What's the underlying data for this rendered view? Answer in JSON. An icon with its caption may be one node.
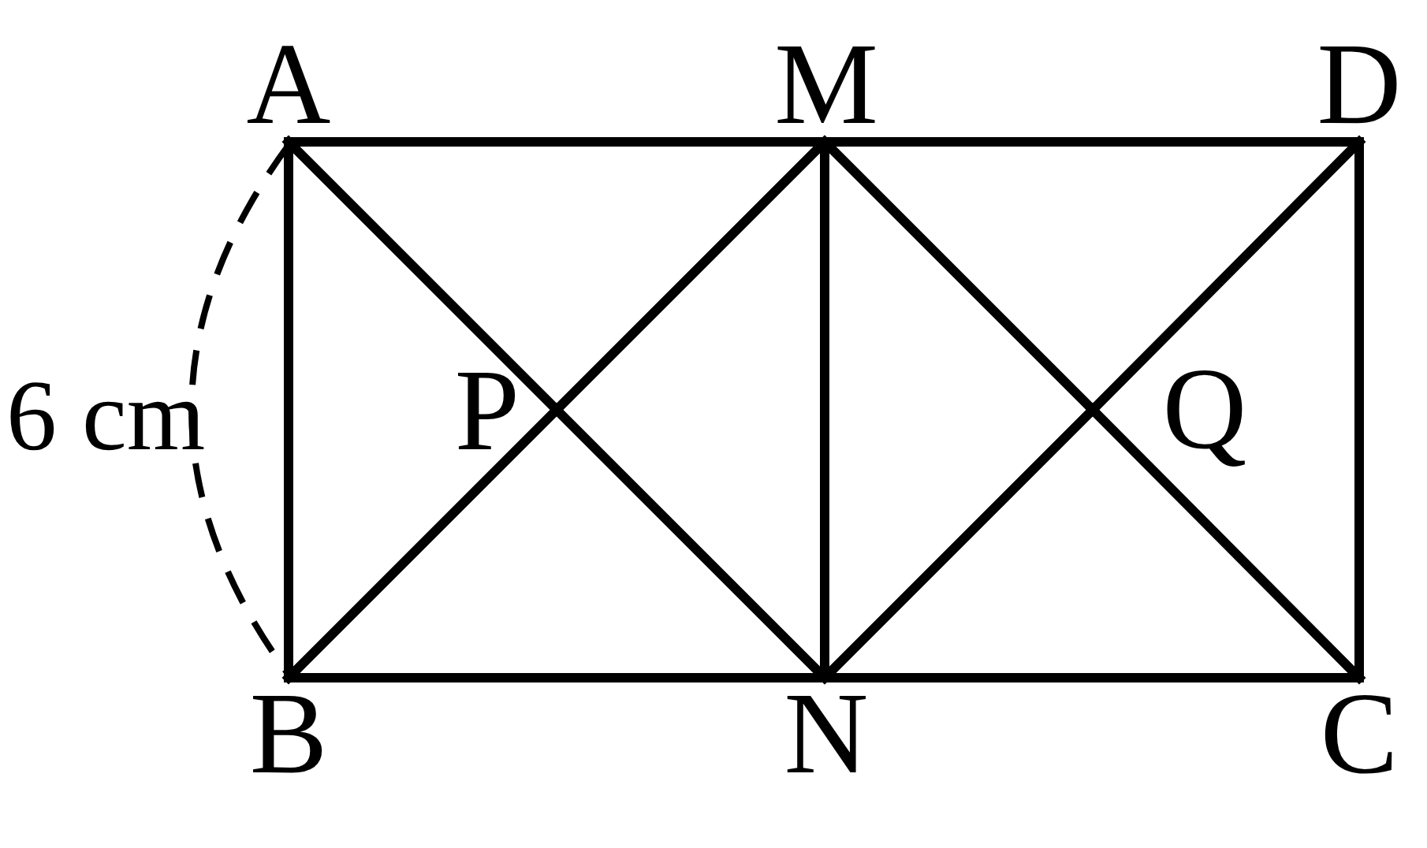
{
  "diagram": {
    "nodes": [
      {
        "text": [
          "A"
        ]
      },
      {
        "text": [
          "M"
        ]
      },
      {
        "text": [
          "D"
        ]
      },
      {
        "text": [
          "P"
        ]
      },
      {
        "text": [
          "Q"
        ]
      },
      {
        "text": [
          "B"
        ]
      },
      {
        "text": [
          "N"
        ]
      },
      {
        "text": [
          "C"
        ]
      }
    ],
    "edges": [
      {
        "from": 0,
        "to": 1,
        "arrow": "none"
      },
      {
        "from": 1,
        "to": 2,
        "arrow": "none"
      },
      {
        "from": 0,
        "to": 5,
        "arrow": "none"
      },
      {
        "from": 2,
        "to": 7,
        "arrow": "none"
      },
      {
        "from": 5,
        "to": 6,
        "arrow": "none"
      },
      {
        "from": 6,
        "to": 7,
        "arrow": "none"
      },
      {
        "from": 1,
        "to": 6,
        "arrow": "none"
      },
      {
        "from": 0,
        "to": 3,
        "arrow": "none"
      },
      {
        "from": 3,
        "to": 6,
        "arrow": "none"
      },
      {
        "from": 5,
        "to": 3,
        "arrow": "none"
      },
      {
        "from": 3,
        "to": 1,
        "arrow": "none"
      },
      {
        "from": 1,
        "to": 4,
        "arrow": "none"
      },
      {
        "from": 4,
        "to": 7,
        "arrow": "none"
      },
      {
        "from": 6,
        "to": 4,
        "arrow": "none"
      },
      {
        "from": 4,
        "to": 2,
        "arrow": "none"
      }
    ],
    "labels": [
      "6 cm"
    ]
  }
}
